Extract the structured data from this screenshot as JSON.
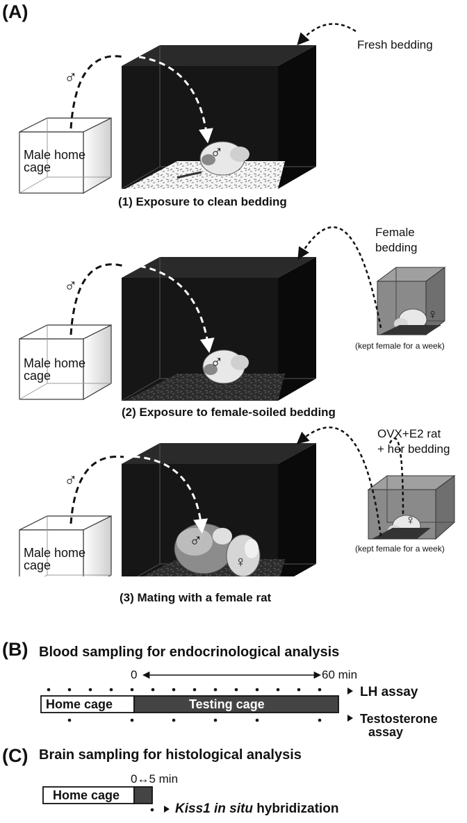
{
  "panel_a": {
    "letter": "(A)",
    "male_symbol": "♂",
    "female_symbol": "♀",
    "scenes": [
      {
        "caption": "(1) Exposure to clean bedding",
        "home_cage_label_1": "Male home",
        "home_cage_label_2": "cage",
        "note": "Fresh bedding"
      },
      {
        "caption": "(2) Exposure to female-soiled bedding",
        "home_cage_label_1": "Male home",
        "home_cage_label_2": "cage",
        "note_1": "Female",
        "note_2": "bedding",
        "source_caption": "(kept female for a week)"
      },
      {
        "caption": "(3) Mating with a female rat",
        "home_cage_label_1": "Male home",
        "home_cage_label_2": "cage",
        "note_1": "OVX+E2 rat",
        "note_2": "+ her bedding",
        "source_caption": "(kept female for a week)"
      }
    ]
  },
  "panel_b": {
    "letter": "(B)",
    "title": "Blood sampling for endocrinological analysis",
    "start_label": "0",
    "end_label": "60 min",
    "home_cage_label": "Home cage",
    "testing_cage_label": "Testing cage",
    "lh_label": "LH assay",
    "testosterone_label_1": "Testosterone",
    "testosterone_label_2": "assay"
  },
  "panel_c": {
    "letter": "(C)",
    "title": "Brain sampling for histological analysis",
    "interval_label": "0↔5 min",
    "home_cage_label": "Home cage",
    "kiss1_label_italic": "Kiss1 in situ",
    "kiss1_label_rest": " hybridization"
  },
  "colors": {
    "cage_dark": "#141414",
    "cage_side": "#0a0a0a",
    "testing_bar": "#444444",
    "glass": "#f2f2f2",
    "source_cage": "#8a8a8a"
  }
}
